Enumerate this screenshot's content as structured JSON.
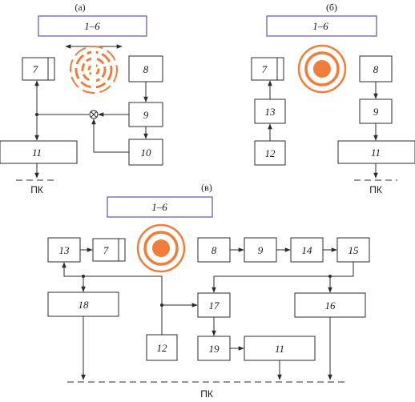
{
  "panels": {
    "a": {
      "tag": "(а)",
      "source_label": "1–6",
      "blocks": {
        "b7": "7",
        "b8": "8",
        "b9": "9",
        "b10": "10",
        "b11": "11"
      },
      "output": "ПК"
    },
    "b": {
      "tag": "(б)",
      "source_label": "1–6",
      "blocks": {
        "b7": "7",
        "b13": "13",
        "b12": "12",
        "b8": "8",
        "b9": "9",
        "b11": "11"
      },
      "output": "ПК"
    },
    "c": {
      "tag": "(в)",
      "source_label": "1–6",
      "blocks": {
        "b13": "13",
        "b7": "7",
        "b8": "8",
        "b9": "9",
        "b14": "14",
        "b15": "15",
        "b18": "18",
        "b17": "17",
        "b16": "16",
        "b12": "12",
        "b19": "19",
        "b11": "11"
      },
      "output": "ПК"
    }
  },
  "colors": {
    "accent_orange": "#f07d3a",
    "source_box_border": "#5a56a6",
    "line": "#2b2b2b"
  }
}
